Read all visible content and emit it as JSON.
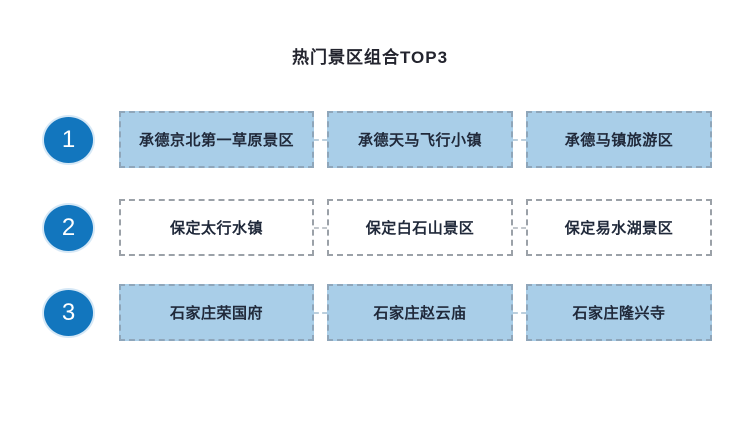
{
  "title": "热门景区组合TOP3",
  "colors": {
    "rank_circle": "#1276be",
    "filled_box_bg": "#a9cee8",
    "filled_box_border": "#8fa6ba",
    "outline_box_border": "#9ba1a8",
    "box_text": "#20293a",
    "title_text": "#23242e"
  },
  "rows": [
    {
      "rank": "1",
      "style": "filled",
      "items": [
        "承德京北第一草原景区",
        "承德天马飞行小镇",
        "承德马镇旅游区"
      ]
    },
    {
      "rank": "2",
      "style": "outline",
      "items": [
        "保定太行水镇",
        "保定白石山景区",
        "保定易水湖景区"
      ]
    },
    {
      "rank": "3",
      "style": "filled",
      "items": [
        "石家庄荣国府",
        "石家庄赵云庙",
        "石家庄隆兴寺"
      ]
    }
  ]
}
